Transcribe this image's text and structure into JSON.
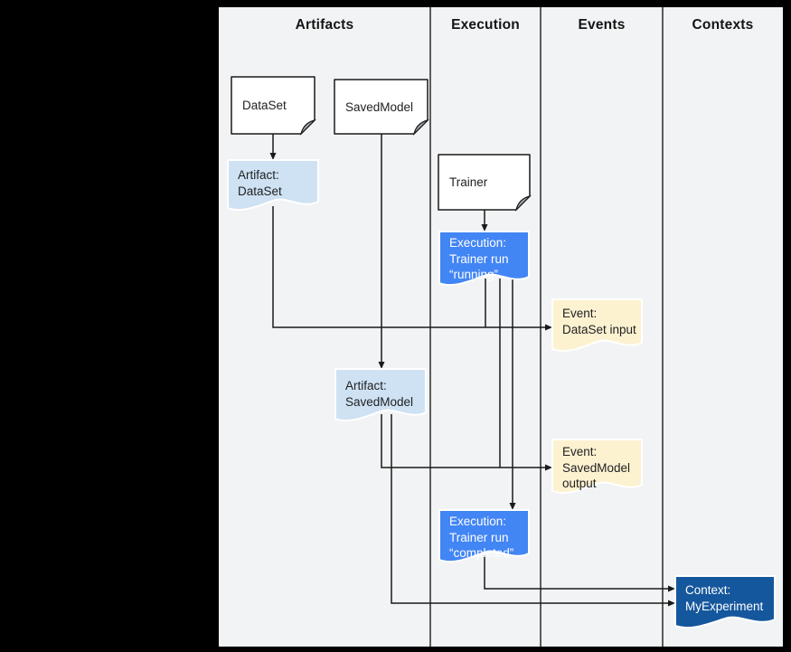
{
  "columns": [
    {
      "label": "Artifacts"
    },
    {
      "label": "Execution"
    },
    {
      "label": "Events"
    },
    {
      "label": "Contexts"
    }
  ],
  "nodes": {
    "dataset_doc": {
      "type": "document",
      "label": "DataSet"
    },
    "savedmodel_doc": {
      "type": "document",
      "label": "SavedModel"
    },
    "trainer_doc": {
      "type": "document",
      "label": "Trainer"
    },
    "artifact_dataset": {
      "type": "artifact",
      "label": "Artifact:\nDataSet"
    },
    "execution_running": {
      "type": "execution",
      "label": "Execution:\nTrainer run\n“running”"
    },
    "event_dataset_input": {
      "type": "event",
      "label": "Event:\nDataSet input"
    },
    "artifact_savedmodel": {
      "type": "artifact",
      "label": "Artifact:\nSavedModel"
    },
    "event_savedmodel_output": {
      "type": "event",
      "label": "Event:\nSavedModel\noutput"
    },
    "execution_completed": {
      "type": "execution",
      "label": "Execution:\nTrainer run\n“completed”"
    },
    "context_myexperiment": {
      "type": "context",
      "label": "Context:\nMyExperiment"
    }
  },
  "edges": [
    {
      "from": "DataSet",
      "to": "Artifact: DataSet"
    },
    {
      "from": "SavedModel",
      "to": "Artifact: SavedModel"
    },
    {
      "from": "Trainer",
      "to": "Execution: Trainer run “running”"
    },
    {
      "from": "Artifact: DataSet",
      "to": "Event: DataSet input"
    },
    {
      "from": "Execution: Trainer run “running”",
      "to": "Event: DataSet input"
    },
    {
      "from": "Execution: Trainer run “running”",
      "to": "Event: SavedModel output"
    },
    {
      "from": "Execution: Trainer run “running”",
      "to": "Execution: Trainer run “completed”"
    },
    {
      "from": "Artifact: SavedModel",
      "to": "Event: SavedModel output"
    },
    {
      "from": "Artifact: SavedModel",
      "to": "Context: MyExperiment"
    },
    {
      "from": "Execution: Trainer run “completed”",
      "to": "Context: MyExperiment"
    }
  ],
  "colors": {
    "page": "#000000",
    "panel": "#f1f3f4",
    "artifact": "#cfe2f3",
    "execution": "#4285f4",
    "event": "#fdf2d0",
    "context": "#15579d"
  }
}
